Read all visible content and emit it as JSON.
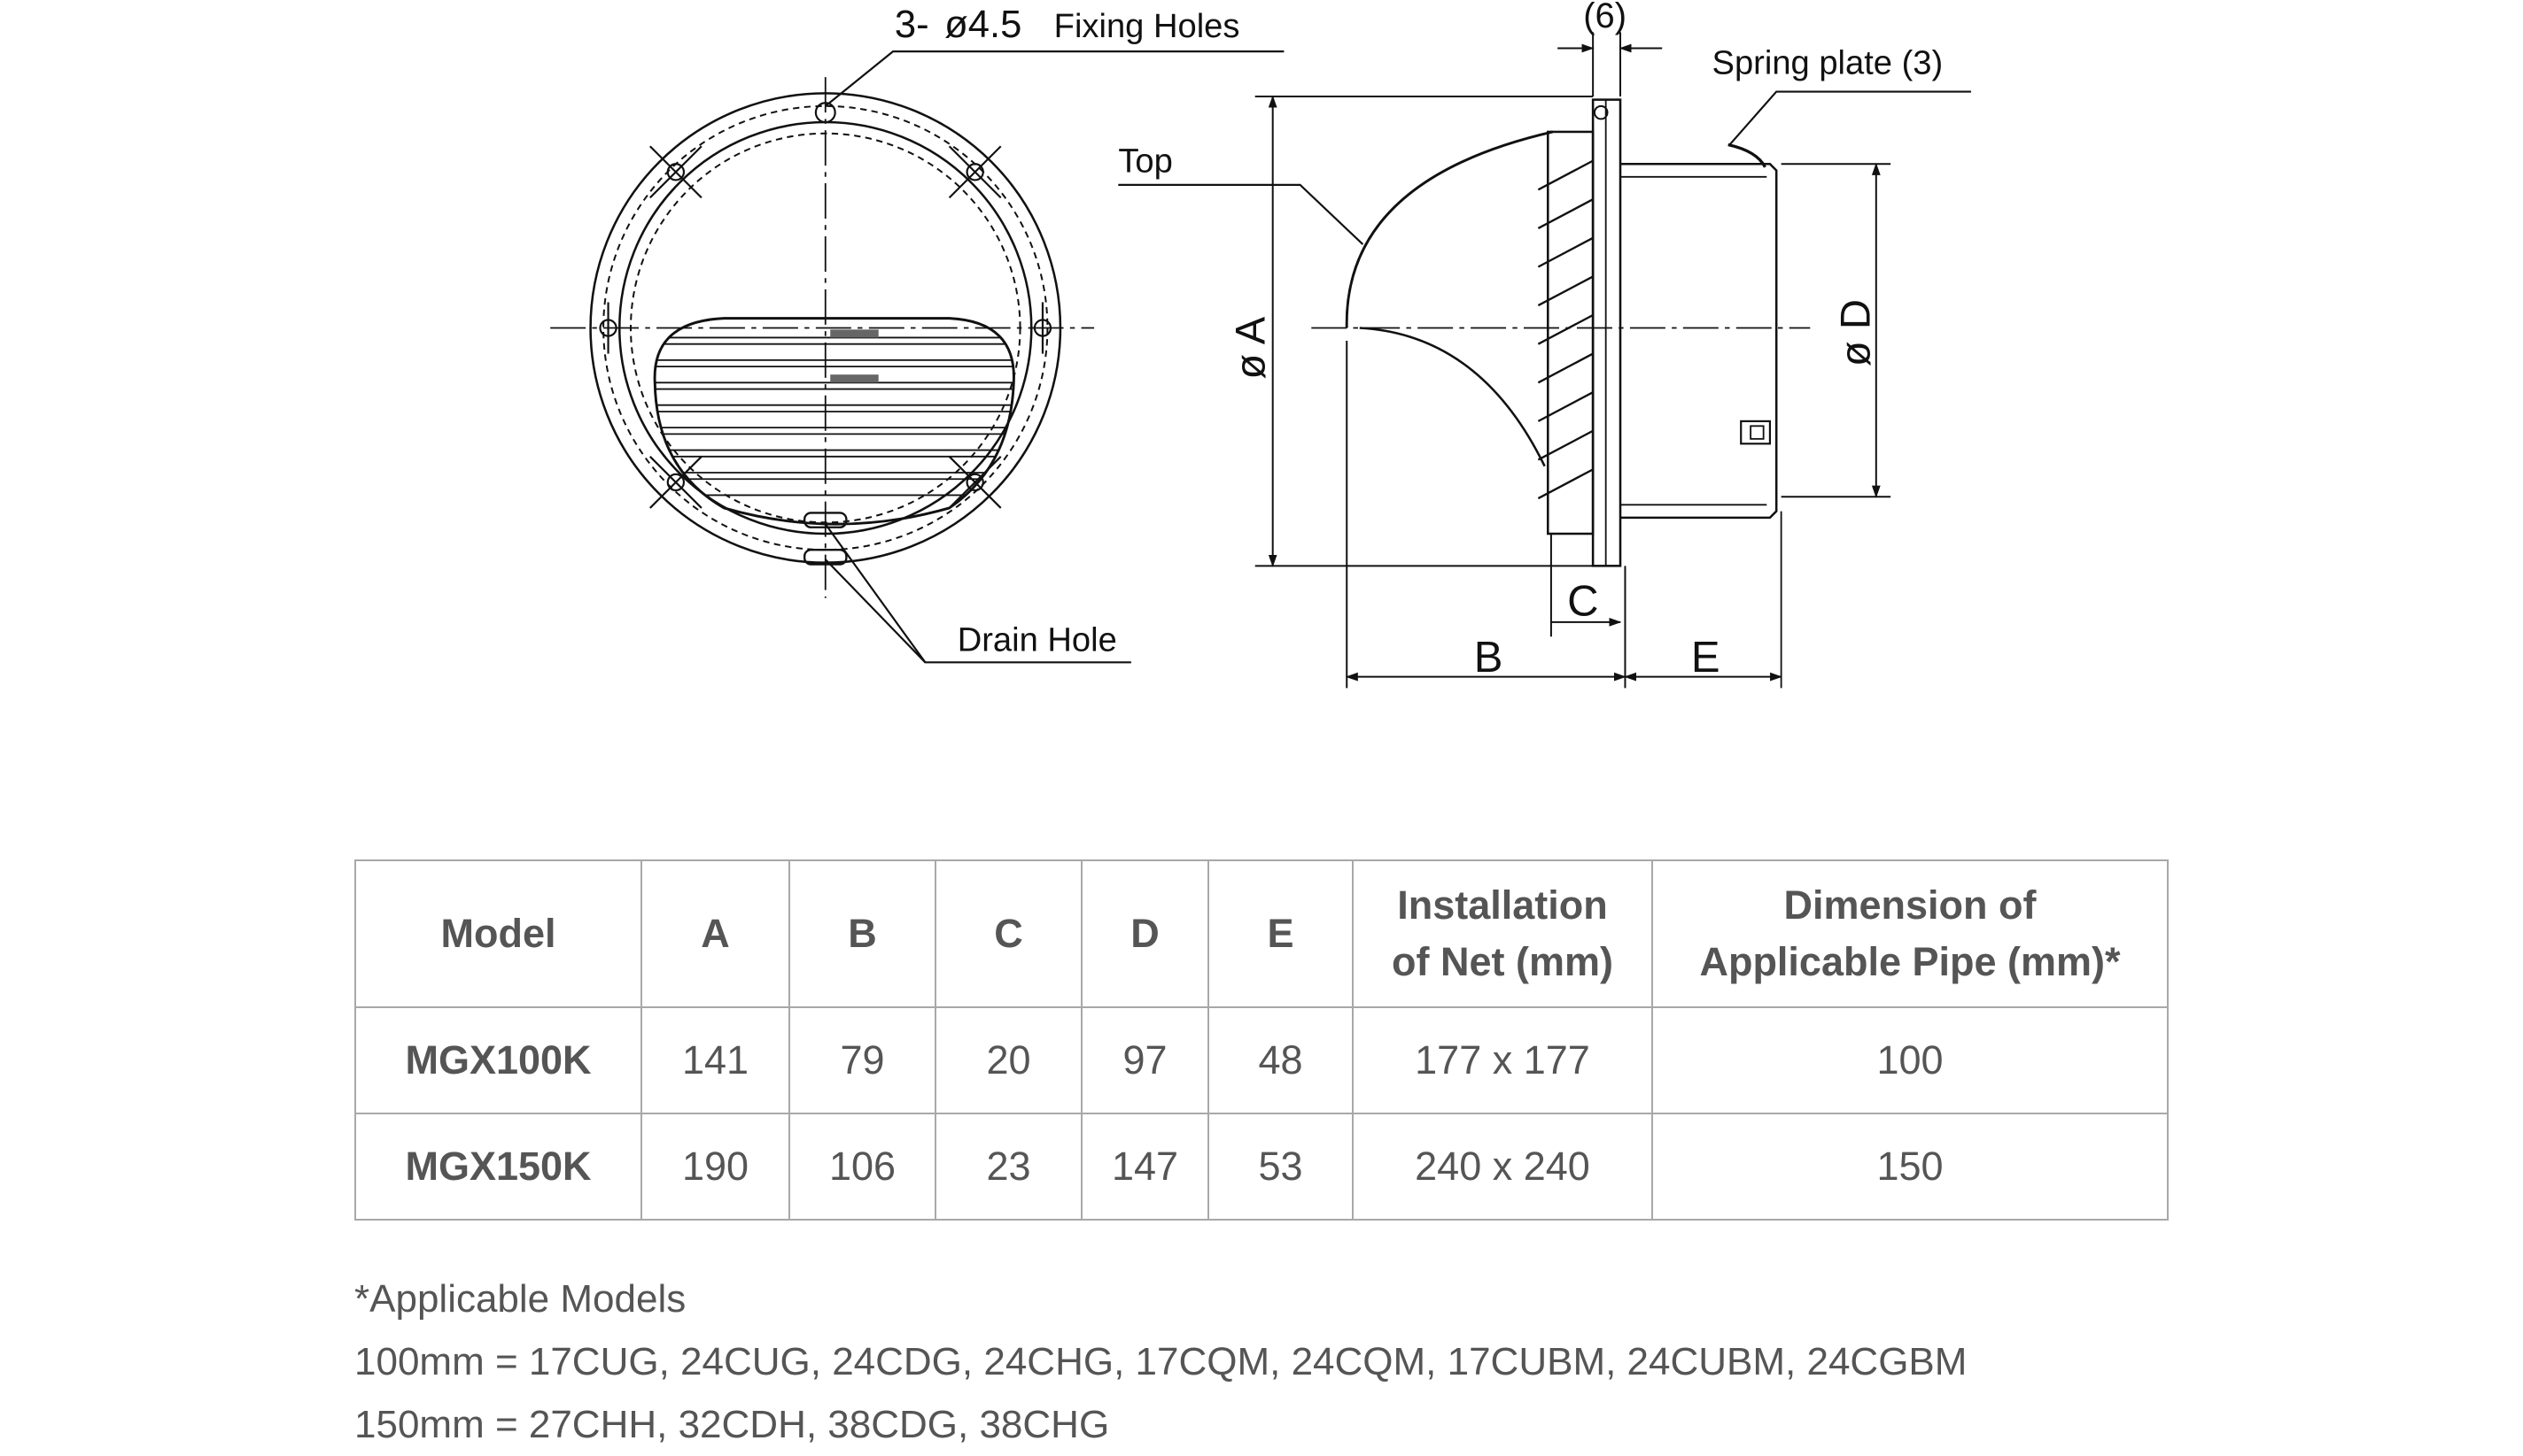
{
  "labels": {
    "fixing_holes_prefix": "3-",
    "fixing_holes_size": "ø4.5",
    "fixing_holes_suffix": "Fixing Holes",
    "drain_hole": "Drain Hole",
    "top": "Top",
    "dim_A": "ø A",
    "dim_B": "B",
    "dim_C": "C",
    "dim_D": "ø D",
    "dim_E": "E",
    "dim_6": "(6)",
    "spring_plate": "Spring plate (3)"
  },
  "table": {
    "headers": {
      "model": "Model",
      "a": "A",
      "b": "B",
      "c": "C",
      "d": "D",
      "e": "E",
      "net_line1": "Installation",
      "net_line2": "of Net (mm)",
      "pipe_line1": "Dimension of",
      "pipe_line2": "Applicable Pipe (mm)*"
    },
    "rows": [
      {
        "model": "MGX100K",
        "a": "141",
        "b": "79",
        "c": "20",
        "d": "97",
        "e": "48",
        "net": "177 x 177",
        "pipe": "100"
      },
      {
        "model": "MGX150K",
        "a": "190",
        "b": "106",
        "c": "23",
        "d": "147",
        "e": "53",
        "net": "240 x 240",
        "pipe": "150"
      }
    ]
  },
  "notes": {
    "title": "*Applicable Models",
    "line_100": "100mm = 17CUG, 24CUG, 24CDG, 24CHG, 17CQM, 24CQM, 17CUBM, 24CUBM, 24CGBM",
    "line_150": "150mm = 27CHH, 32CDH, 38CDG, 38CHG"
  }
}
